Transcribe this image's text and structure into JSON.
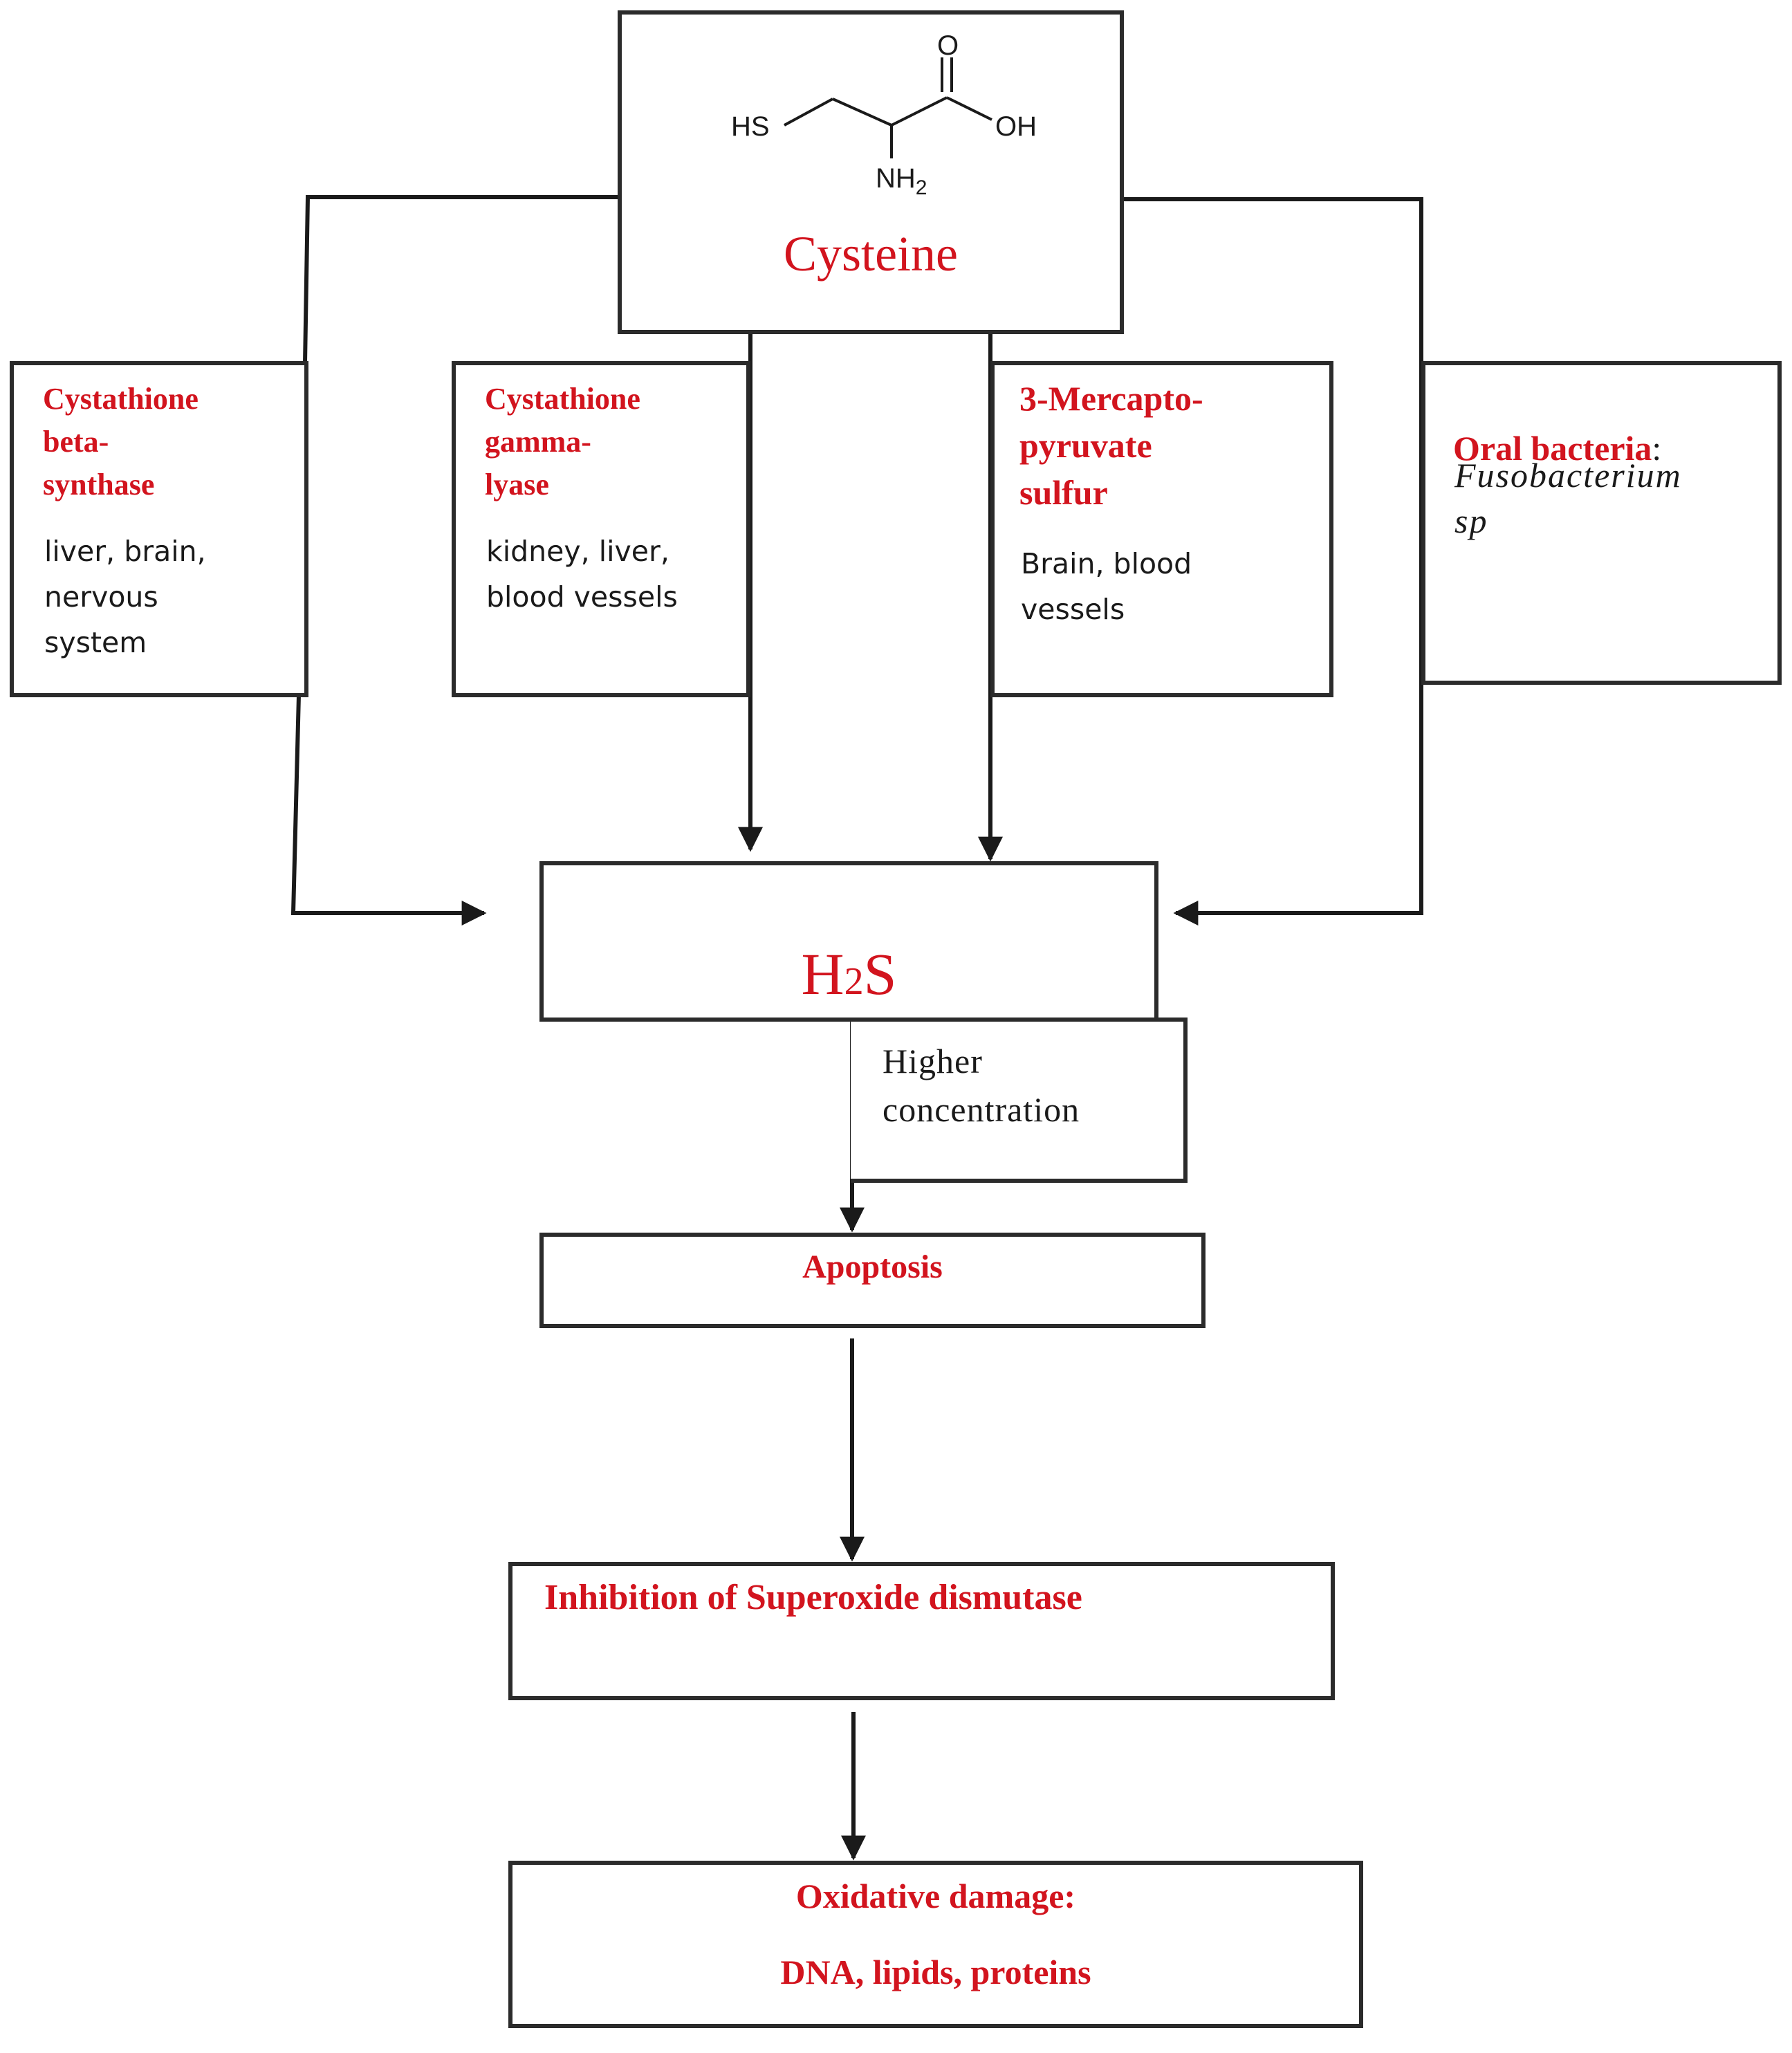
{
  "cysteine": {
    "name": "Cysteine",
    "structure": {
      "hs": "HS",
      "o": "O",
      "oh": "OH",
      "nh": "NH",
      "sub2": "2"
    }
  },
  "enzymes": [
    {
      "name": "Cystathione\nbeta-\nsynthase",
      "tissues": "liver, brain,\nnervous\nsystem"
    },
    {
      "name": "Cystathione\ngamma-\nlyase",
      "tissues": "kidney, liver,\nblood vessels"
    },
    {
      "name": "3-Mercapto-\npyruvate\nsulfur",
      "tissues": "Brain, blood\nvessels"
    }
  ],
  "bacteria": {
    "label": "Oral bacteria",
    "colon": ":",
    "species": "Fusobacterium\nsp"
  },
  "h2s": {
    "h": "H",
    "sub": "2",
    "s": "S"
  },
  "higher_concentration": "Higher\nconcentration",
  "apoptosis": "Apoptosis",
  "inhibition": "Inhibition of Superoxide dismutase",
  "oxidative": {
    "line1": "Oxidative damage:",
    "line2": "DNA, lipids, proteins"
  },
  "colors": {
    "accent_red": "#d2141e",
    "line": "#2b2b2b"
  }
}
